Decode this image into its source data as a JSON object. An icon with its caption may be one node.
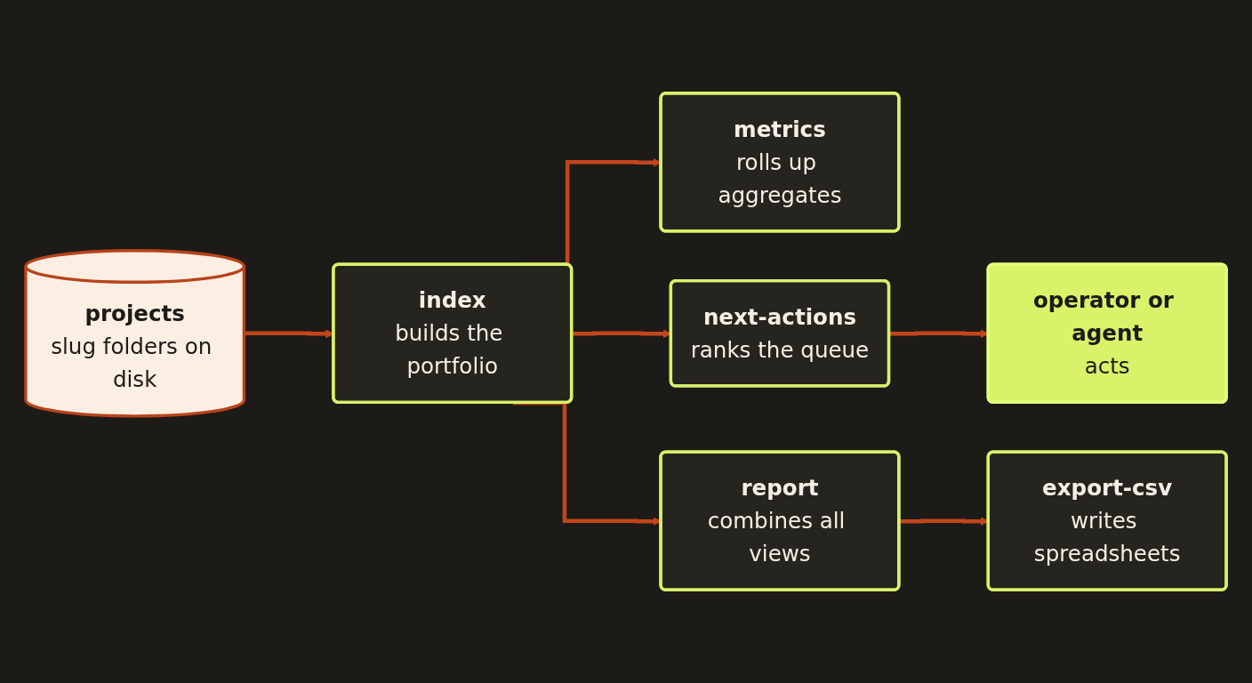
{
  "diagram": {
    "nodes": [
      {
        "text": [
          "projects",
          "slug folders on disk"
        ]
      },
      {
        "text": [
          "index",
          "builds the portfolio"
        ]
      },
      {
        "text": [
          "metrics",
          "rolls up aggregates"
        ]
      },
      {
        "text": [
          "next-actions",
          "ranks the queue"
        ]
      },
      {
        "text": [
          "operator or agent",
          "acts"
        ]
      },
      {
        "text": [
          "report",
          "combines all views"
        ]
      },
      {
        "text": [
          "export-csv",
          "writes spreadsheets"
        ]
      }
    ],
    "edges": [
      {
        "from": 0,
        "to": 1,
        "arrow": "to"
      },
      {
        "from": 1,
        "to": 2,
        "arrow": "to"
      },
      {
        "from": 1,
        "to": 3,
        "arrow": "to"
      },
      {
        "from": 1,
        "to": 5,
        "arrow": "to"
      },
      {
        "from": 3,
        "to": 4,
        "arrow": "to"
      },
      {
        "from": 5,
        "to": 6,
        "arrow": "to"
      }
    ]
  }
}
